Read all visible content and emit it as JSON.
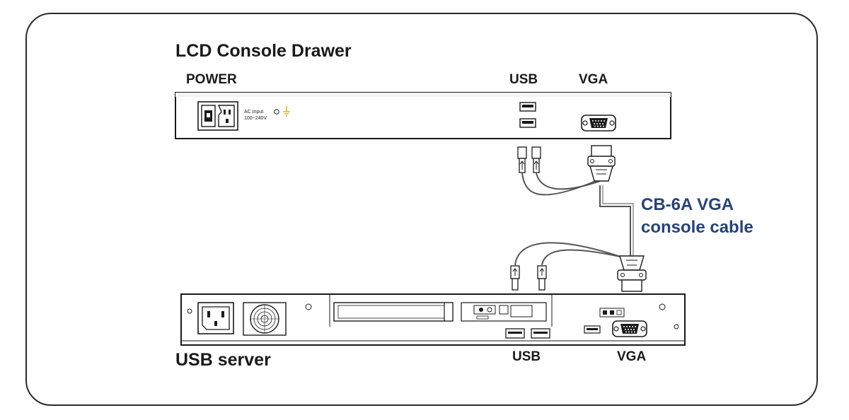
{
  "top_device": {
    "title": "LCD Console Drawer",
    "power_label": "POWER",
    "usb_label": "USB",
    "vga_label": "VGA",
    "ac_input_line1": "AC Input",
    "ac_input_line2": "100~240V"
  },
  "cable": {
    "label_line1": "CB-6A VGA",
    "label_line2": "console cable",
    "label_color": "#26427a"
  },
  "bottom_device": {
    "title": "USB server",
    "usb_label": "USB",
    "vga_label": "VGA"
  }
}
